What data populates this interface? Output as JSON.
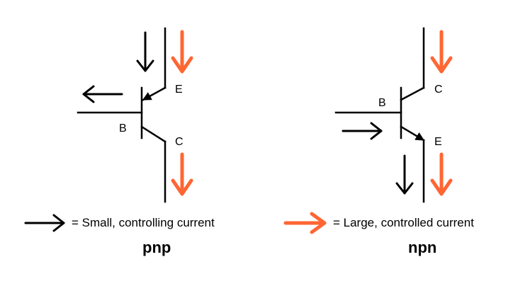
{
  "colors": {
    "small_current": "#000000",
    "large_current": "#ff6633"
  },
  "pnp": {
    "title": "pnp",
    "label_e": "E",
    "label_b": "B",
    "label_c": "C"
  },
  "npn": {
    "title": "npn",
    "label_c": "C",
    "label_b": "B",
    "label_e": "E"
  },
  "legend": {
    "small_text": "= Small, controlling current",
    "large_text": "= Large, controlled current"
  }
}
